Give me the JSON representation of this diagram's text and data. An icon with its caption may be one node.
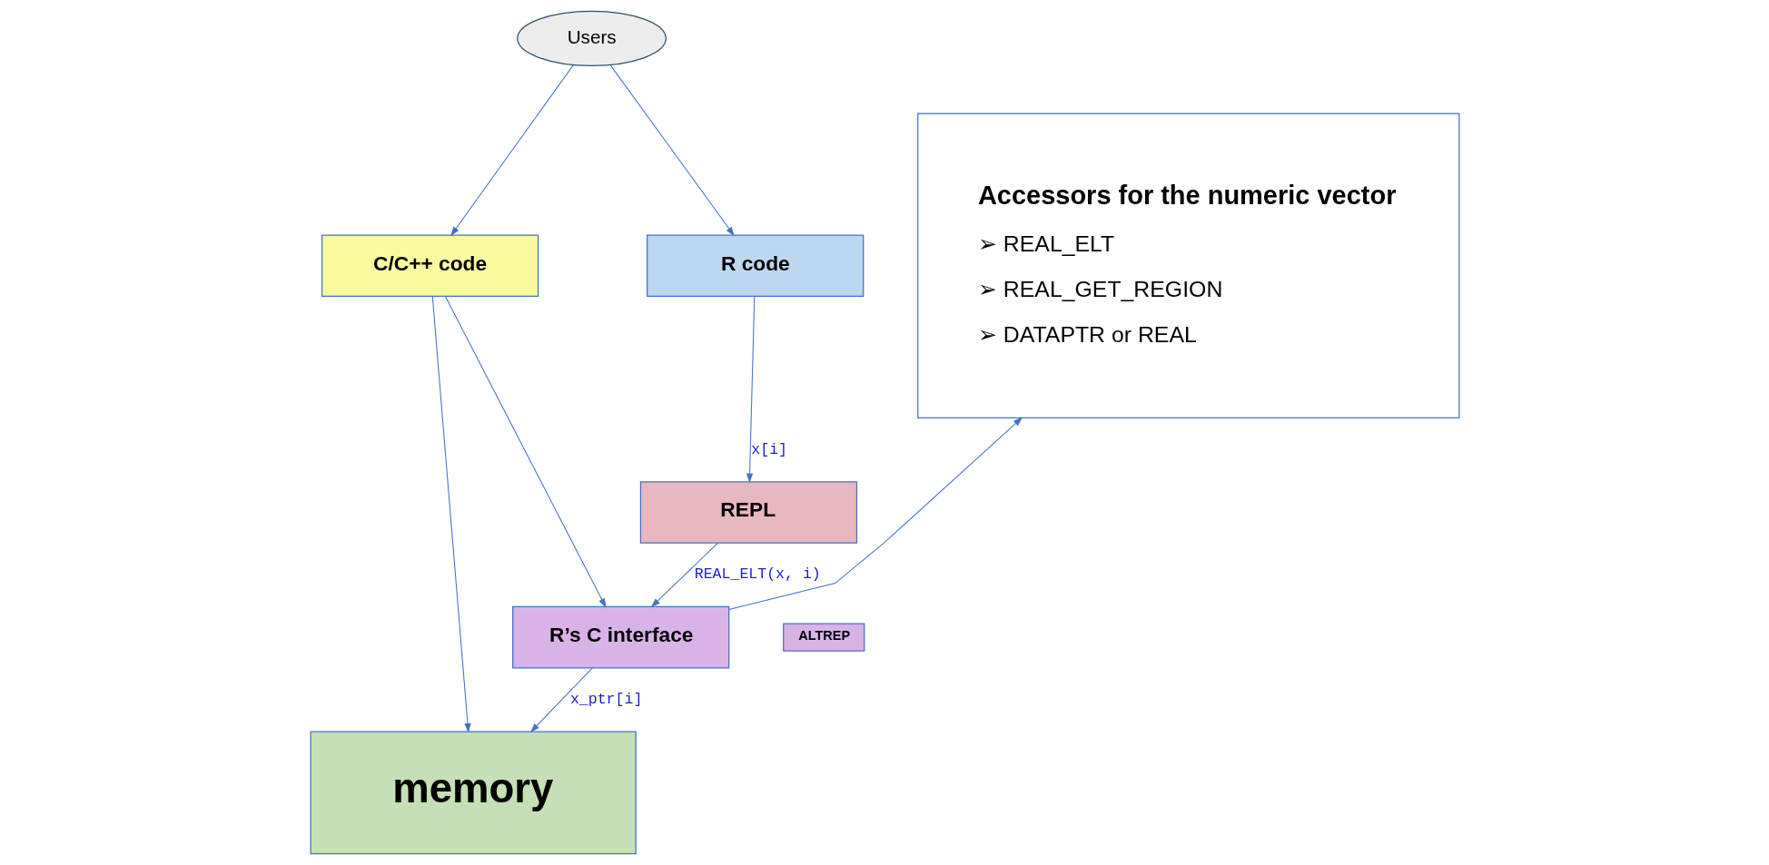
{
  "diagram": {
    "nodes": [
      {
        "text": [
          "Users"
        ]
      },
      {
        "text": [
          "C/C++ code"
        ]
      },
      {
        "text": [
          "R code"
        ]
      },
      {
        "text": [
          "REPL"
        ]
      },
      {
        "text": [
          "R’s C interface"
        ]
      },
      {
        "text": [
          "ALTREP"
        ]
      },
      {
        "text": [
          "memory"
        ]
      },
      {
        "text": [
          "Accessors for the numeric vector",
          "➢ REAL_ELT",
          "➢ REAL_GET_REGION",
          "➢ DATAPTR or REAL"
        ]
      }
    ],
    "edges": [
      {
        "from": 0,
        "to": 1,
        "arrow": "to"
      },
      {
        "from": 0,
        "to": 2,
        "arrow": "to"
      },
      {
        "from": 2,
        "to": 3,
        "arrow": "to",
        "label": "x[i]"
      },
      {
        "from": 3,
        "to": 4,
        "arrow": "to",
        "label": "REAL_ELT(x, i)"
      },
      {
        "from": 1,
        "to": 4,
        "arrow": "to"
      },
      {
        "from": 4,
        "to": 7,
        "arrow": "to"
      },
      {
        "from": 4,
        "to": 6,
        "arrow": "to",
        "label": "x_ptr[i]"
      },
      {
        "from": 1,
        "to": 6,
        "arrow": "to"
      }
    ]
  }
}
